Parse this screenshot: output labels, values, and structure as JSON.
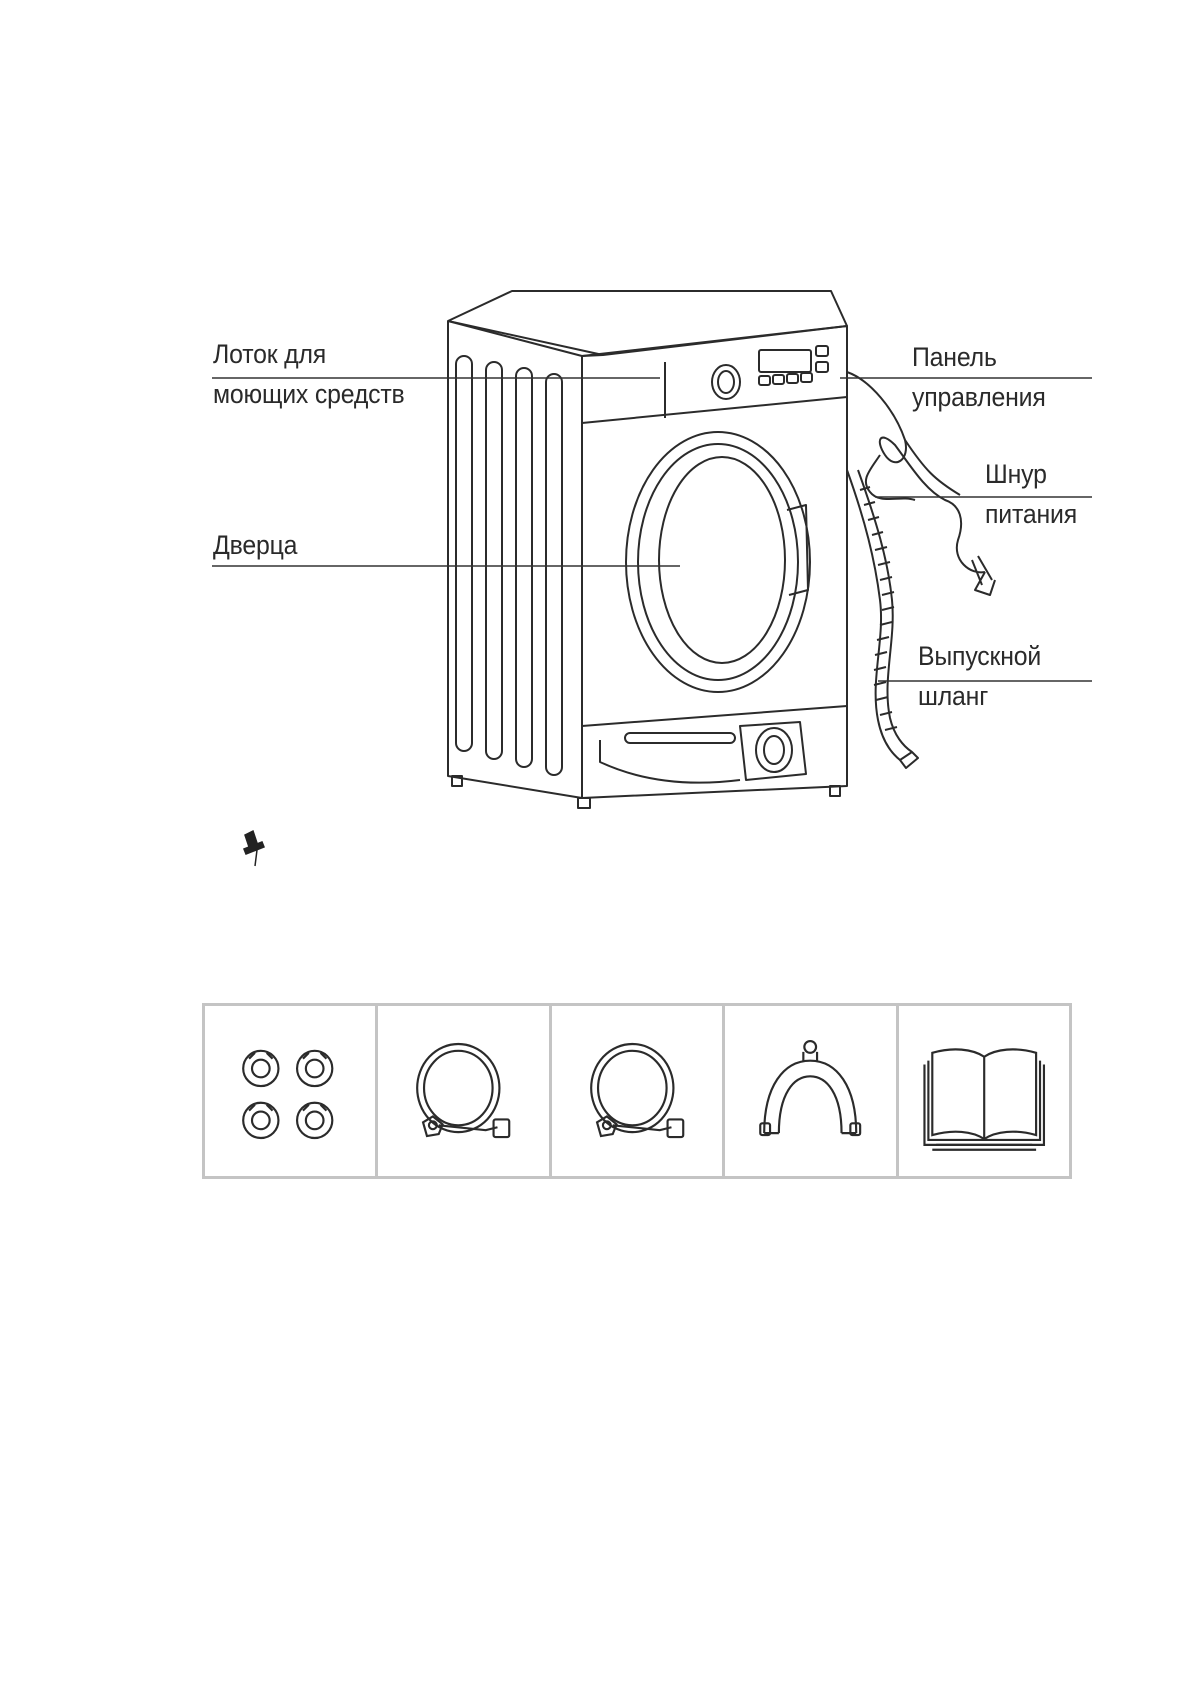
{
  "labels": {
    "tray_line1": "Лоток для",
    "tray_line2": "моющих средств",
    "panel_line1": "Панель",
    "panel_line2": "управления",
    "door": "Дверца",
    "cord_line1": "Шнур",
    "cord_line2": "питания",
    "hose_line1": "Выпускной",
    "hose_line2": "шланг"
  },
  "accessories": [
    {
      "icon": "transport-caps-icon"
    },
    {
      "icon": "inlet-hose-icon"
    },
    {
      "icon": "inlet-hose-icon"
    },
    {
      "icon": "hose-hook-icon"
    },
    {
      "icon": "manual-book-icon"
    }
  ],
  "colors": {
    "line": "#333333",
    "grid": "#c4c4c4"
  }
}
